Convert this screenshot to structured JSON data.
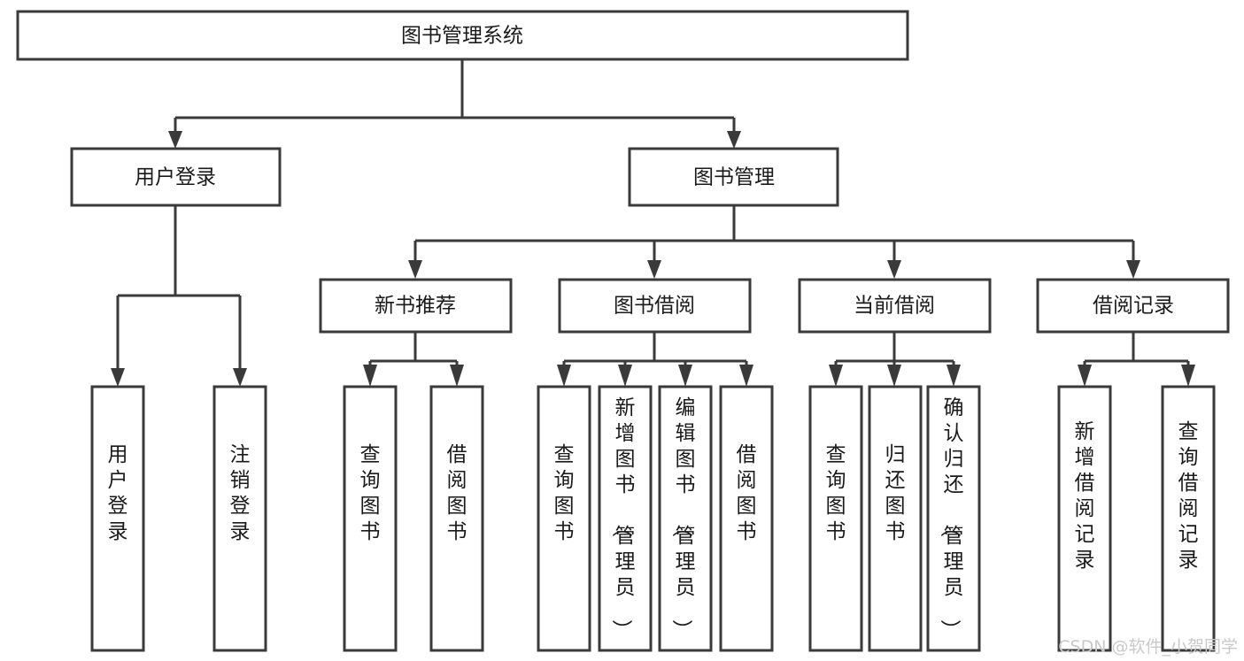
{
  "diagram": {
    "title": "图书管理系统",
    "orientation": "top-down-tree",
    "colors": {
      "box_stroke": "#3a3a3a",
      "box_fill": "#ffffff",
      "connector": "#3a3a3a",
      "text": "#1a1a1a",
      "watermark": "#c9c9c9",
      "background": "#ffffff"
    },
    "levels": {
      "root": "图书管理系统",
      "level2": [
        "用户登录",
        "图书管理"
      ],
      "level3": [
        "新书推荐",
        "图书借阅",
        "当前借阅",
        "借阅记录"
      ]
    },
    "nodes": {
      "root": {
        "label": "图书管理系统",
        "orientation": "horizontal"
      },
      "user_login": {
        "label": "用户登录",
        "orientation": "horizontal"
      },
      "book_manage": {
        "label": "图书管理",
        "orientation": "horizontal"
      },
      "new_book_rec": {
        "label": "新书推荐",
        "orientation": "horizontal"
      },
      "book_borrow": {
        "label": "图书借阅",
        "orientation": "horizontal"
      },
      "current_borrow": {
        "label": "当前借阅",
        "orientation": "horizontal"
      },
      "borrow_record": {
        "label": "借阅记录",
        "orientation": "horizontal"
      },
      "leaf_user_login": {
        "label": "用户登录",
        "orientation": "vertical"
      },
      "leaf_user_logout": {
        "label": "注销登录",
        "orientation": "vertical"
      },
      "leaf_query_book_a": {
        "label": "查询图书",
        "orientation": "vertical"
      },
      "leaf_borrow_book_a": {
        "label": "借阅图书",
        "orientation": "vertical"
      },
      "leaf_query_book_b": {
        "label": "查询图书",
        "orientation": "vertical"
      },
      "leaf_add_book": {
        "label": "新增图书（管理员）",
        "orientation": "vertical"
      },
      "leaf_edit_book": {
        "label": "编辑图书（管理员）",
        "orientation": "vertical"
      },
      "leaf_borrow_book_b": {
        "label": "借阅图书",
        "orientation": "vertical"
      },
      "leaf_query_book_c": {
        "label": "查询图书",
        "orientation": "vertical"
      },
      "leaf_return_book": {
        "label": "归还图书",
        "orientation": "vertical"
      },
      "leaf_confirm_return": {
        "label": "确认归还（管理员）",
        "orientation": "vertical"
      },
      "leaf_add_record": {
        "label": "新增借阅记录",
        "orientation": "vertical"
      },
      "leaf_query_record": {
        "label": "查询借阅记录",
        "orientation": "vertical"
      }
    },
    "edges": [
      {
        "from": "root",
        "to": "user_login"
      },
      {
        "from": "root",
        "to": "book_manage"
      },
      {
        "from": "user_login",
        "to": "leaf_user_login"
      },
      {
        "from": "user_login",
        "to": "leaf_user_logout"
      },
      {
        "from": "book_manage",
        "to": "new_book_rec"
      },
      {
        "from": "book_manage",
        "to": "book_borrow"
      },
      {
        "from": "book_manage",
        "to": "current_borrow"
      },
      {
        "from": "book_manage",
        "to": "borrow_record"
      },
      {
        "from": "new_book_rec",
        "to": "leaf_query_book_a"
      },
      {
        "from": "new_book_rec",
        "to": "leaf_borrow_book_a"
      },
      {
        "from": "book_borrow",
        "to": "leaf_query_book_b"
      },
      {
        "from": "book_borrow",
        "to": "leaf_add_book"
      },
      {
        "from": "book_borrow",
        "to": "leaf_edit_book"
      },
      {
        "from": "book_borrow",
        "to": "leaf_borrow_book_b"
      },
      {
        "from": "current_borrow",
        "to": "leaf_query_book_c"
      },
      {
        "from": "current_borrow",
        "to": "leaf_return_book"
      },
      {
        "from": "current_borrow",
        "to": "leaf_confirm_return"
      },
      {
        "from": "borrow_record",
        "to": "leaf_add_record"
      },
      {
        "from": "borrow_record",
        "to": "leaf_query_record"
      }
    ]
  },
  "watermark": {
    "text": "CSDN @软件_小贺同学"
  }
}
